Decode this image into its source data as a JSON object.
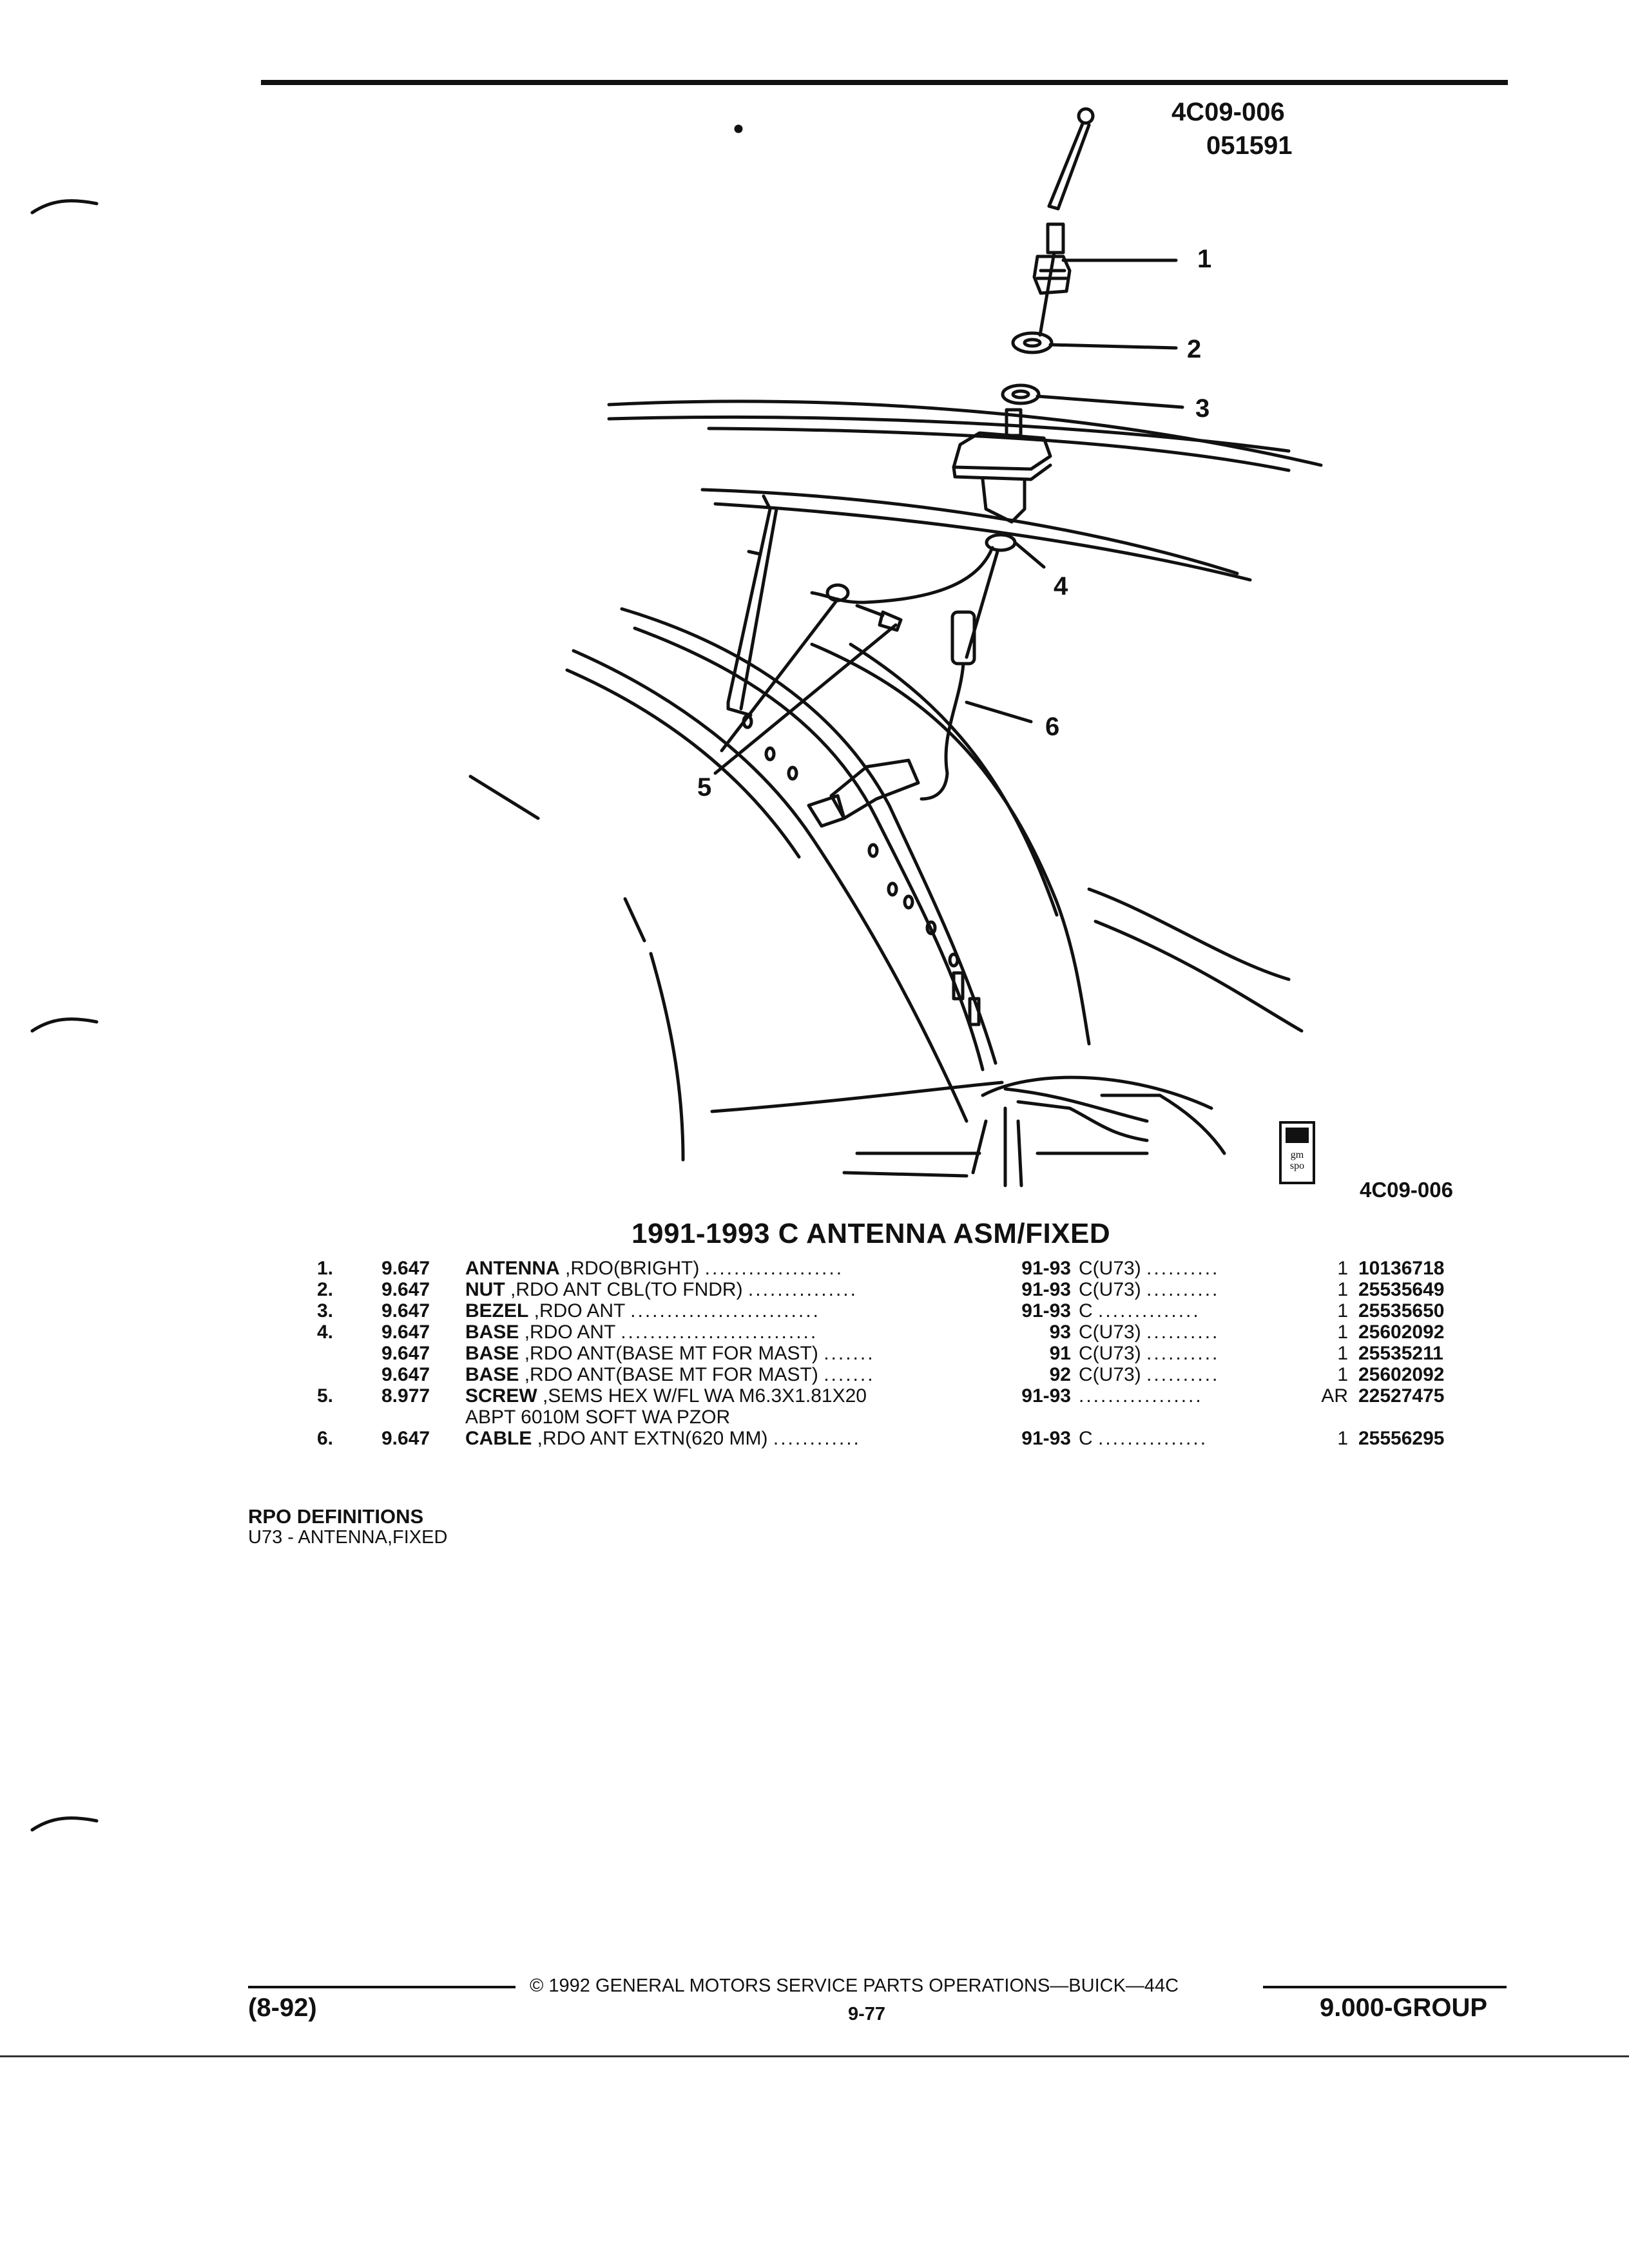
{
  "header": {
    "illustration_code": "4C09-006",
    "illustration_date": "051591"
  },
  "diagram": {
    "callouts": [
      "1",
      "2",
      "3",
      "4",
      "5",
      "6"
    ],
    "bottom_code": "4C09-006",
    "badge_text": "gm spo"
  },
  "section_title": "1991-1993 C ANTENNA ASM/FIXED",
  "parts": [
    {
      "item": "1.",
      "group": "9.647",
      "name": "ANTENNA",
      "desc": " ,RDO(BRIGHT)",
      "dots": "...................",
      "years": "91-93",
      "usage": "C(U73)",
      "udots": "..........",
      "qty": "1",
      "part_no": "10136718"
    },
    {
      "item": "2.",
      "group": "9.647",
      "name": "NUT",
      "desc": " ,RDO ANT CBL(TO FNDR)",
      "dots": "...............",
      "years": "91-93",
      "usage": "C(U73)",
      "udots": "..........",
      "qty": "1",
      "part_no": "25535649"
    },
    {
      "item": "3.",
      "group": "9.647",
      "name": "BEZEL",
      "desc": " ,RDO ANT",
      "dots": "..........................",
      "years": "91-93",
      "usage": "C",
      "udots": "..............",
      "qty": "1",
      "part_no": "25535650"
    },
    {
      "item": "4.",
      "group": "9.647",
      "name": "BASE",
      "desc": " ,RDO ANT",
      "dots": "...........................",
      "years": "93",
      "usage": "C(U73)",
      "udots": "..........",
      "qty": "1",
      "part_no": "25602092"
    },
    {
      "item": "",
      "group": "9.647",
      "name": "BASE",
      "desc": " ,RDO ANT(BASE MT FOR MAST)",
      "dots": ".......",
      "years": "91",
      "usage": "C(U73)",
      "udots": "..........",
      "qty": "1",
      "part_no": "25535211"
    },
    {
      "item": "",
      "group": "9.647",
      "name": "BASE",
      "desc": " ,RDO ANT(BASE MT FOR MAST)",
      "dots": ".......",
      "years": "92",
      "usage": "C(U73)",
      "udots": "..........",
      "qty": "1",
      "part_no": "25602092"
    },
    {
      "item": "5.",
      "group": "8.977",
      "name": "SCREW",
      "desc": " ,SEMS HEX W/FL WA M6.3X1.81X20",
      "dots": "",
      "years": "91-93",
      "usage": "",
      "udots": ".................",
      "qty": "AR",
      "part_no": "22527475"
    },
    {
      "item": "",
      "group": "",
      "name": "",
      "desc": "ABPT 6010M SOFT WA PZOR",
      "dots": "",
      "years": "",
      "usage": "",
      "udots": "",
      "qty": "",
      "part_no": ""
    },
    {
      "item": "6.",
      "group": "9.647",
      "name": "CABLE",
      "desc": " ,RDO ANT EXTN(620 MM)",
      "dots": "............",
      "years": "91-93",
      "usage": "C",
      "udots": "...............",
      "qty": "1",
      "part_no": "25556295"
    }
  ],
  "rpo": {
    "heading": "RPO DEFINITIONS",
    "definition": "U73 - ANTENNA,FIXED"
  },
  "footer": {
    "date_code": "(8-92)",
    "copyright": "© 1992 GENERAL MOTORS SERVICE PARTS OPERATIONS—BUICK—44C",
    "page": "9-77",
    "group": "9.000-GROUP"
  }
}
